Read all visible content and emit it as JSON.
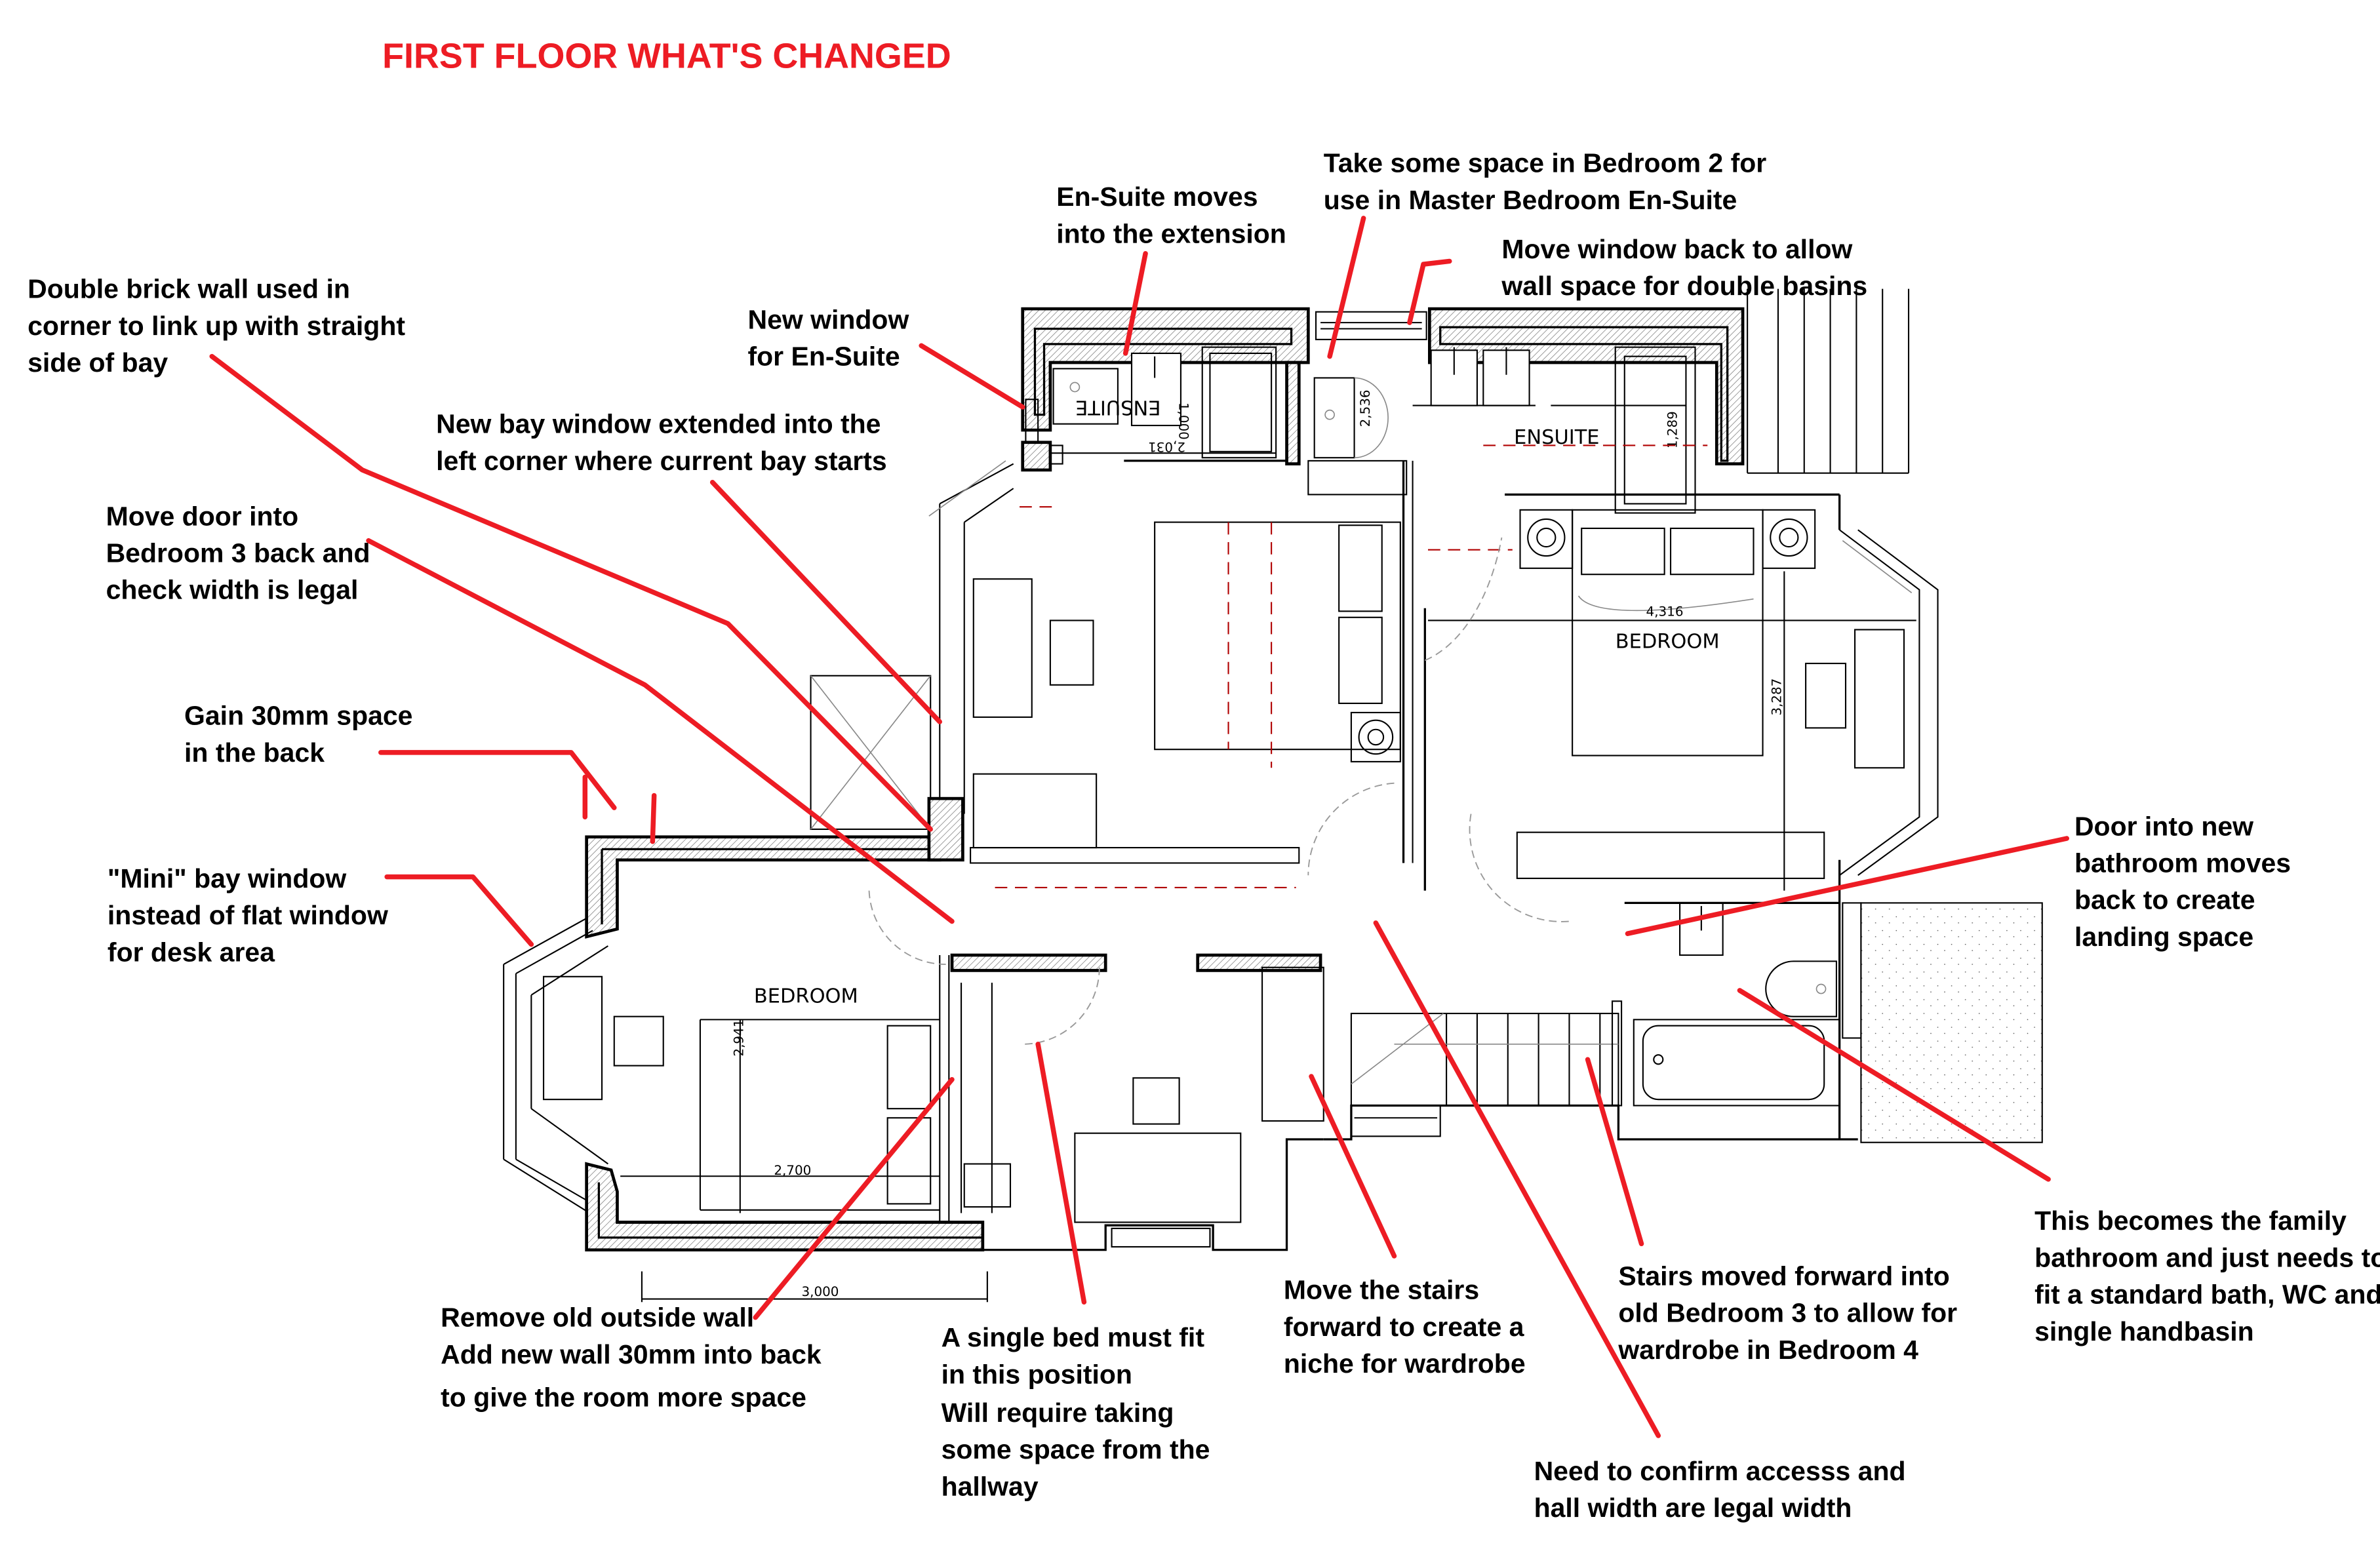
{
  "title": "FIRST FLOOR WHAT'S CHANGED",
  "accent_color": "#ed1c24",
  "rooms": {
    "ensuite_left": "ENSUITE",
    "ensuite_right": "ENSUITE",
    "bedroom_master": "BEDROOM",
    "bedroom_small": "BEDROOM"
  },
  "dimensions": {
    "ensuite_left_width": "2,031",
    "ensuite_left_depth": "1,000",
    "ensuite_right_corridor": "2,536",
    "ensuite_right_shower": "1,289",
    "master_width": "4,316",
    "master_depth": "3,287",
    "small_depth": "2,941",
    "small_width": "2,700",
    "overall_bottom": "3,000"
  },
  "annotations": [
    {
      "id": "double-brick-wall",
      "lines": [
        "Double brick wall used in",
        "corner to link up with straight",
        "side of bay"
      ]
    },
    {
      "id": "new-bay-window",
      "lines": [
        "New bay window extended into the",
        "left corner where current bay starts"
      ]
    },
    {
      "id": "move-door-bedroom3",
      "lines": [
        "Move door into",
        "Bedroom 3 back and",
        "check width is legal"
      ]
    },
    {
      "id": "gain-30mm",
      "lines": [
        "Gain 30mm space",
        "in the back"
      ]
    },
    {
      "id": "mini-bay-window",
      "lines": [
        "\"Mini\" bay window",
        "instead of flat window",
        "for desk area"
      ]
    },
    {
      "id": "new-window-ensuite",
      "lines": [
        "New window",
        "for En-Suite"
      ]
    },
    {
      "id": "ensuite-moves",
      "lines": [
        "En-Suite moves",
        "into the extension"
      ]
    },
    {
      "id": "take-space-bedroom2",
      "lines": [
        "Take some space in Bedroom 2 for",
        "use in Master Bedroom En-Suite"
      ]
    },
    {
      "id": "move-window-back",
      "lines": [
        "Move window back to allow",
        "wall space for double basins"
      ]
    },
    {
      "id": "door-new-bathroom",
      "lines": [
        "Door into new",
        "bathroom moves",
        "back to create",
        "landing space"
      ]
    },
    {
      "id": "family-bathroom",
      "lines": [
        "This becomes the family",
        "bathroom and just needs to",
        "fit a standard bath, WC and",
        "single handbasin"
      ]
    },
    {
      "id": "remove-old-wall",
      "lines": [
        "Remove old outside wall",
        "Add new wall 30mm into back",
        "to give the room more space"
      ]
    },
    {
      "id": "single-bed",
      "lines": [
        "A single bed must fit",
        "in this position",
        "Will require taking",
        "some space from the",
        "hallway"
      ]
    },
    {
      "id": "move-stairs",
      "lines": [
        "Move the stairs",
        "forward to create a",
        "niche for wardrobe"
      ]
    },
    {
      "id": "stairs-moved-forward",
      "lines": [
        "Stairs moved forward into",
        "old Bedroom 3 to allow for",
        "wardrobe in Bedroom 4"
      ]
    },
    {
      "id": "confirm-access",
      "lines": [
        "Need to confirm accesss and",
        "hall width are legal width"
      ]
    }
  ]
}
